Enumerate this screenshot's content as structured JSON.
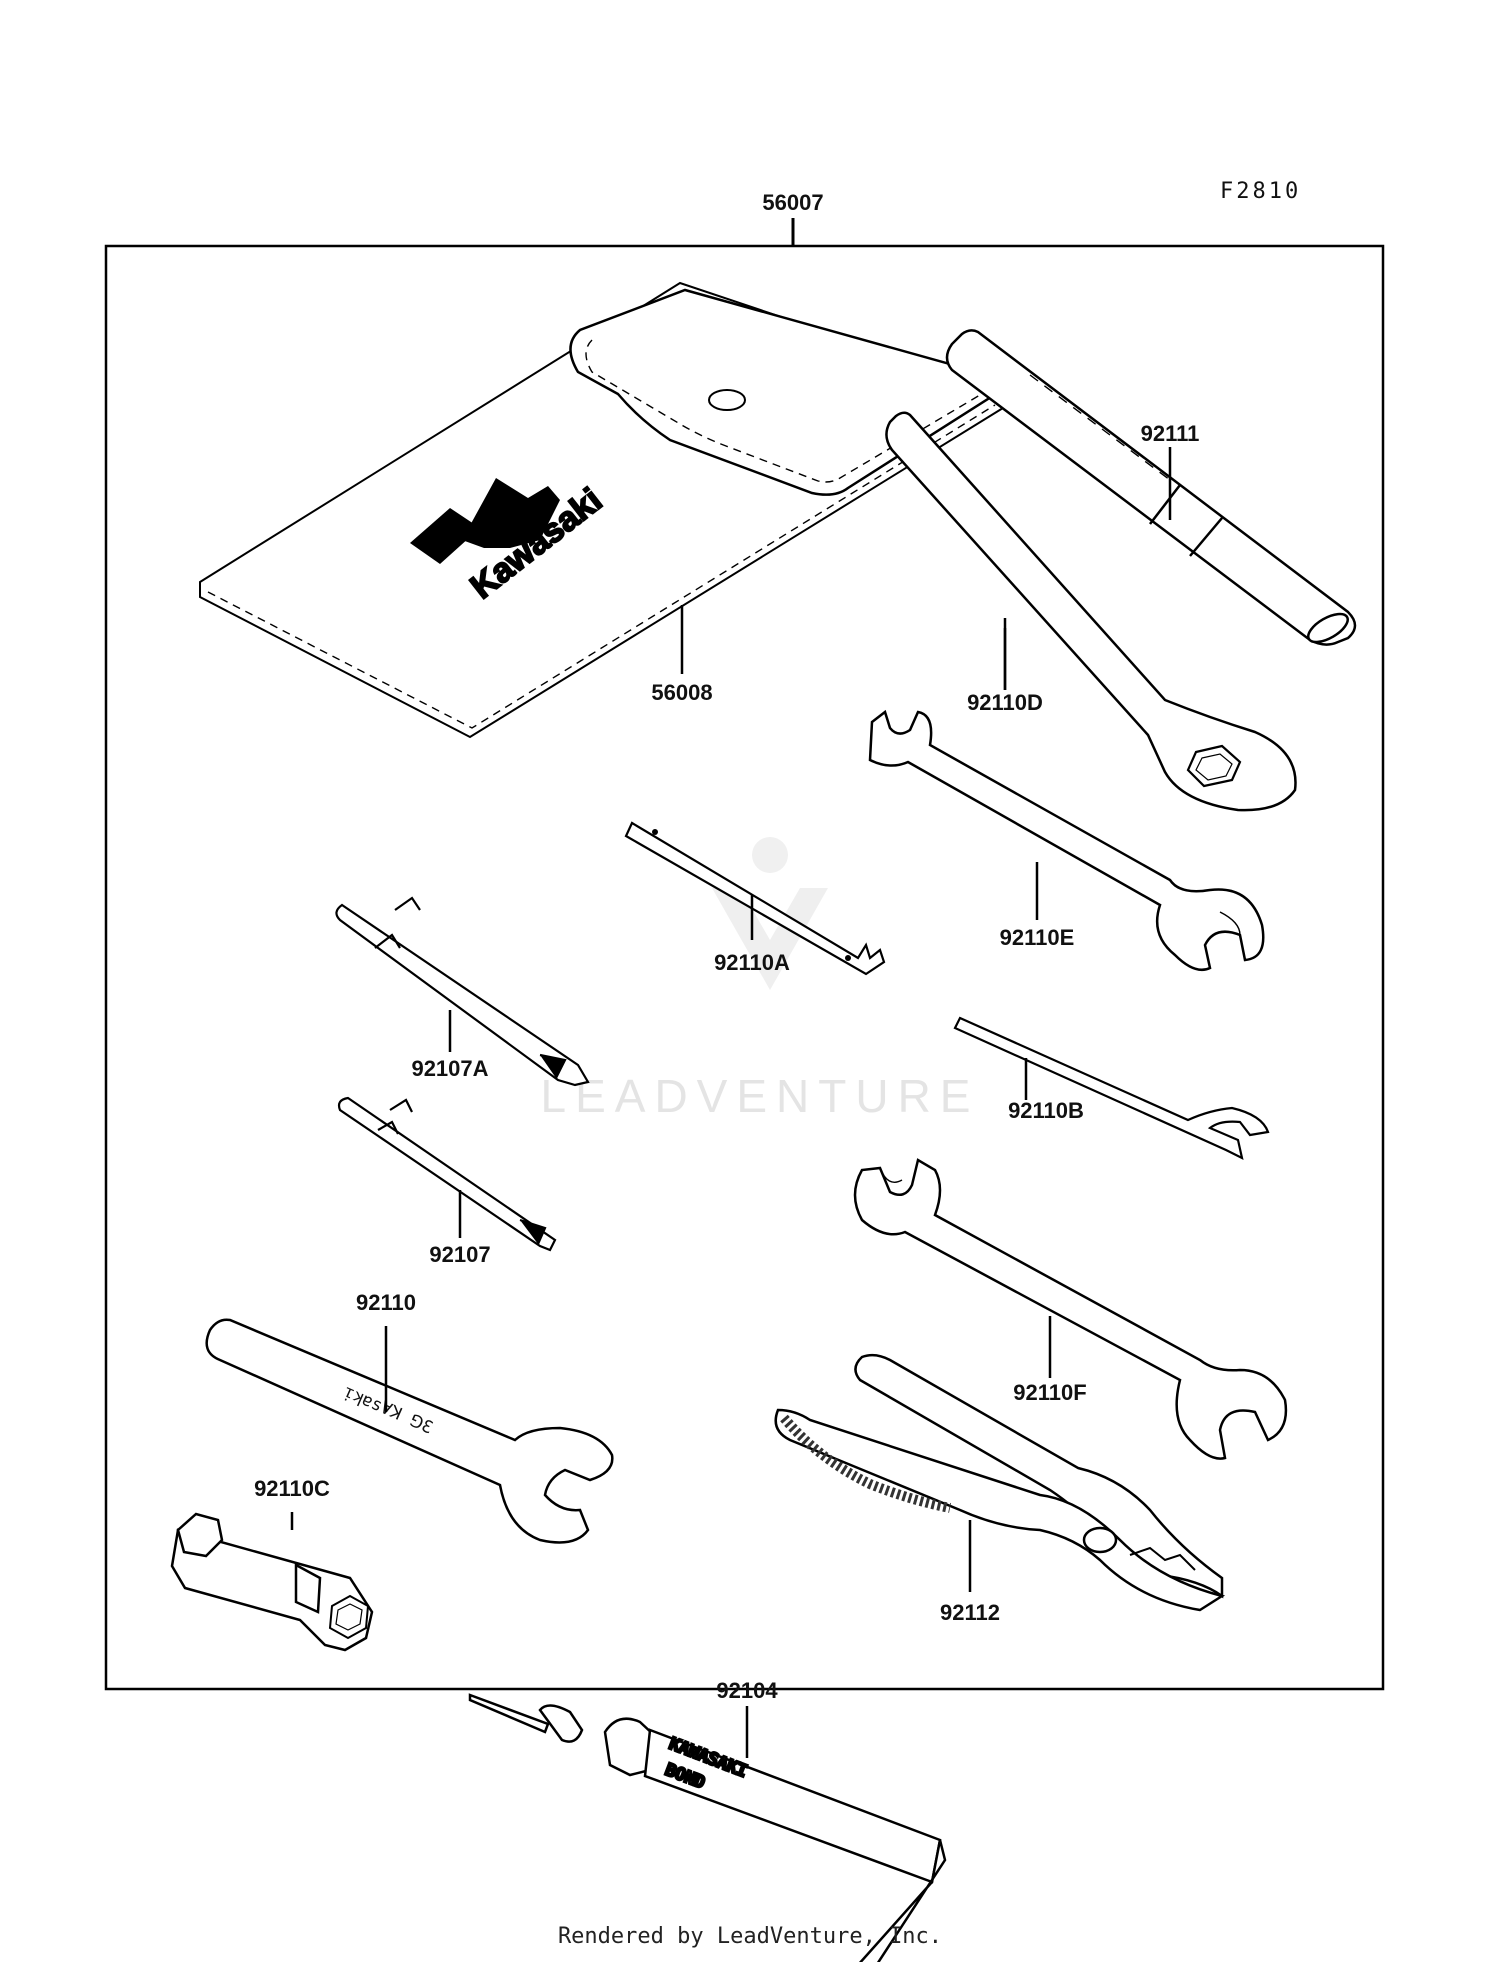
{
  "figure_code": "F2810",
  "kit_label": "56007",
  "parts": [
    {
      "id": "pouch",
      "label": "56008"
    },
    {
      "id": "handle",
      "label": "92111"
    },
    {
      "id": "box-wrench",
      "label": "92110D"
    },
    {
      "id": "wrench-e",
      "label": "92110E"
    },
    {
      "id": "pin-spanner",
      "label": "92110A"
    },
    {
      "id": "screwdriver-a",
      "label": "92107A"
    },
    {
      "id": "hook-spanner",
      "label": "92110B"
    },
    {
      "id": "screwdriver",
      "label": "92107"
    },
    {
      "id": "wrench",
      "label": "92110"
    },
    {
      "id": "wrench-f",
      "label": "92110F"
    },
    {
      "id": "plug-wrench",
      "label": "92110C"
    },
    {
      "id": "pliers",
      "label": "92112"
    },
    {
      "id": "bond-tube",
      "label": "92104"
    }
  ],
  "pouch_logo": "Kawasaki",
  "tube_text": {
    "line1": "KAWASAKI",
    "line2": "BOND"
  },
  "watermark": "LEADVENTURE",
  "footer": "Rendered by LeadVenture, Inc."
}
